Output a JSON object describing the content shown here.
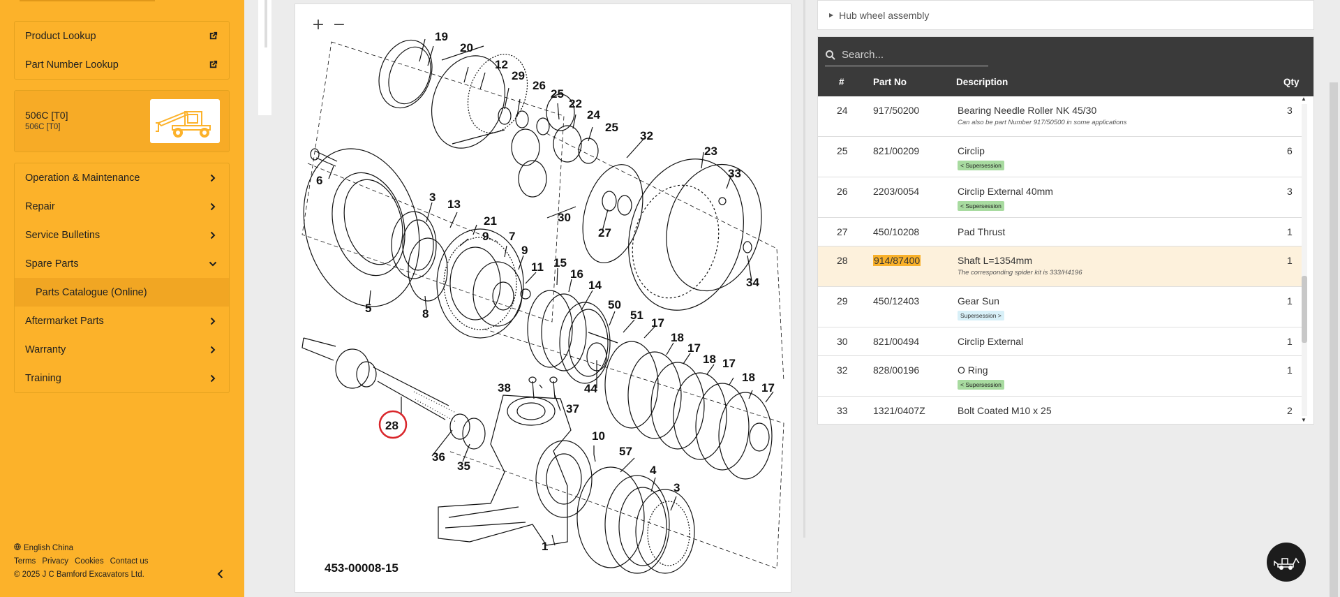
{
  "sidebar": {
    "links": [
      {
        "label": "Product Lookup",
        "icon": "external-link-icon"
      },
      {
        "label": "Part Number Lookup",
        "icon": "external-link-icon"
      }
    ],
    "model": {
      "name": "506C [T0]",
      "sub": "506C [T0]"
    },
    "nav": [
      {
        "label": "Operation & Maintenance",
        "icon": "chevron-right-icon"
      },
      {
        "label": "Repair",
        "icon": "chevron-right-icon"
      },
      {
        "label": "Service Bulletins",
        "icon": "chevron-right-icon"
      },
      {
        "label": "Spare Parts",
        "icon": "chevron-down-icon"
      },
      {
        "label": "Parts Catalogue (Online)",
        "icon": "",
        "sub": true
      },
      {
        "label": "Aftermarket Parts",
        "icon": "chevron-right-icon"
      },
      {
        "label": "Warranty",
        "icon": "chevron-right-icon"
      },
      {
        "label": "Training",
        "icon": "chevron-right-icon"
      }
    ],
    "footer": {
      "language": "English China",
      "links": [
        "Terms",
        "Privacy",
        "Cookies",
        "Contact us"
      ],
      "copyright": "© 2025 J C Bamford Excavators Ltd."
    }
  },
  "diagram": {
    "zoom_in": "+",
    "zoom_out": "−",
    "figure_id": "453-00008-15",
    "selected_callout": "28",
    "callouts": [
      "19",
      "20",
      "12",
      "29",
      "26",
      "25",
      "22",
      "24",
      "25",
      "32",
      "23",
      "33",
      "6",
      "3",
      "13",
      "21",
      "9",
      "7",
      "9",
      "11",
      "15",
      "16",
      "14",
      "30",
      "27",
      "34",
      "5",
      "8",
      "50",
      "51",
      "17",
      "18",
      "17",
      "18",
      "17",
      "18",
      "17",
      "38",
      "37",
      "44",
      "10",
      "57",
      "28",
      "36",
      "35",
      "4",
      "3",
      "1"
    ]
  },
  "assembly": {
    "title": "Hub wheel assembly"
  },
  "parts_table": {
    "search_placeholder": "Search...",
    "headers": {
      "num": "#",
      "part": "Part No",
      "desc": "Description",
      "qty": "Qty"
    },
    "rows": [
      {
        "num": "24",
        "part": "917/50200",
        "desc": "Bearing Needle Roller NK 45/30",
        "note": "Can also be part Number 917/50500 in some applications",
        "badge": "",
        "qty": "3"
      },
      {
        "num": "25",
        "part": "821/00209",
        "desc": "Circlip",
        "note": "",
        "badge": "< Supersession",
        "qty": "6"
      },
      {
        "num": "26",
        "part": "2203/0054",
        "desc": "Circlip External 40mm",
        "note": "",
        "badge": "< Supersession",
        "qty": "3"
      },
      {
        "num": "27",
        "part": "450/10208",
        "desc": "Pad Thrust",
        "note": "",
        "badge": "",
        "qty": "1"
      },
      {
        "num": "28",
        "part": "914/87400",
        "desc": "Shaft L=1354mm",
        "note": "The corresponding spider kit is 333/H4196",
        "badge": "",
        "qty": "1",
        "selected": true
      },
      {
        "num": "29",
        "part": "450/12403",
        "desc": "Gear Sun",
        "note": "",
        "badge": "Supersession >",
        "qty": "1"
      },
      {
        "num": "30",
        "part": "821/00494",
        "desc": "Circlip External",
        "note": "",
        "badge": "",
        "qty": "1"
      },
      {
        "num": "32",
        "part": "828/00196",
        "desc": "O Ring",
        "note": "",
        "badge": "< Supersession",
        "qty": "1"
      },
      {
        "num": "33",
        "part": "1321/0407Z",
        "desc": "Bolt Coated M10 x 25",
        "note": "",
        "badge": "",
        "qty": "2"
      }
    ]
  },
  "colors": {
    "sidebar": "#fcb22a",
    "header": "#3a3a3a",
    "highlight_row": "#fdf1dc",
    "highlight_part": "#f9b12a",
    "callout_ring": "#d9262b"
  }
}
